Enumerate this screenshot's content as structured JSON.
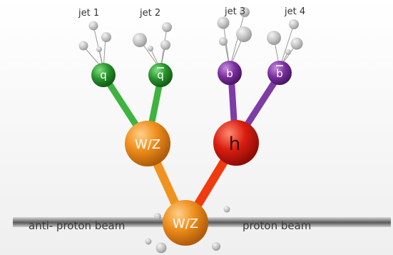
{
  "jets": [
    {
      "label": "jet 1"
    },
    {
      "label": "jet 2"
    },
    {
      "label": "jet 3"
    },
    {
      "label": "jet 4"
    }
  ],
  "quarks": [
    {
      "label": "q",
      "bar": false,
      "color": "#2a9a2a"
    },
    {
      "label": "q",
      "bar": true,
      "color": "#2a9a2a"
    },
    {
      "label": "b",
      "bar": false,
      "color": "#7a2f9c"
    },
    {
      "label": "b",
      "bar": true,
      "color": "#7a2f9c"
    }
  ],
  "bosons": {
    "wz_upper": {
      "label": "W/Z",
      "color": "#e8861c"
    },
    "higgs": {
      "label": "h",
      "color": "#d51a12"
    },
    "wz_lower": {
      "label": "W/Z",
      "color": "#e8861c"
    }
  },
  "beams": {
    "left": "anti- proton beam",
    "right": "proton beam"
  },
  "colors": {
    "green_line": "#3fb33f",
    "purple_line": "#7e3ca6",
    "orange_line": "#f0921e",
    "red_line": "#f03a10",
    "debris": "#bdbdbd"
  }
}
